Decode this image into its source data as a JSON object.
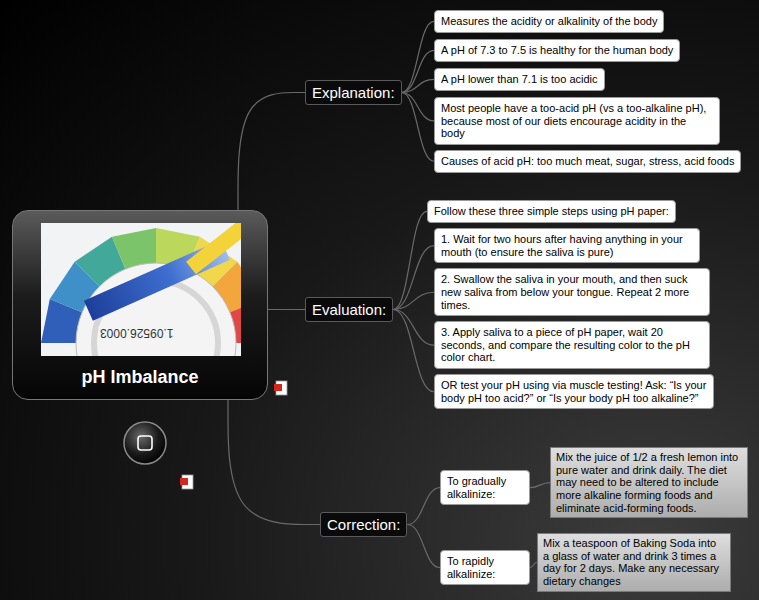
{
  "diagram": {
    "nodes": [
      {
        "text": [
          "pH Imbalance"
        ]
      },
      {
        "text": [
          "Explanation:"
        ]
      },
      {
        "text": [
          "Measures the acidity or alkalinity of the body"
        ]
      },
      {
        "text": [
          "A pH of 7.3 to 7.5 is healthy for the human body"
        ]
      },
      {
        "text": [
          "A pH lower than 7.1 is too acidic"
        ]
      },
      {
        "text": [
          "Most people have a too-acid pH (vs a too-alkaline pH), because most of our diets encourage acidity in the body"
        ]
      },
      {
        "text": [
          "Causes of acid pH: too much meat, sugar, stress, acid foods"
        ]
      },
      {
        "text": [
          "Evaluation:"
        ]
      },
      {
        "text": [
          "Follow these three simple steps using pH paper:"
        ]
      },
      {
        "text": [
          "1. Wait for two hours after having anything in your mouth (to ensure the saliva is pure)"
        ]
      },
      {
        "text": [
          "2. Swallow the saliva in your mouth, and then suck new saliva from below your tongue. Repeat 2 more times."
        ]
      },
      {
        "text": [
          "3. Apply saliva to a piece of pH paper, wait 20 seconds, and compare the resulting color to the pH color chart."
        ]
      },
      {
        "text": [
          "OR test your pH using via muscle testing! Ask: “Is your body pH too acid?” or “Is your body pH too alkaline?”"
        ]
      },
      {
        "text": [
          "Correction:"
        ]
      },
      {
        "text": [
          "To gradually alkalinize:"
        ]
      },
      {
        "text": [
          "Mix the juice of 1/2 a fresh lemon into pure water and drink daily. The diet may need to be altered to include more alkaline forming foods and eliminate acid-forming foods."
        ]
      },
      {
        "text": [
          "To rapidly alkalinize:"
        ]
      },
      {
        "text": [
          "Mix a teaspoon of Baking Soda into a glass of water and drink 3 times a day for 2 days. Make any necessary dietary changes"
        ]
      }
    ],
    "edges": [
      {
        "from": 0,
        "to": 1,
        "arrow": "none"
      },
      {
        "from": 0,
        "to": 7,
        "arrow": "none"
      },
      {
        "from": 0,
        "to": 13,
        "arrow": "none"
      },
      {
        "from": 1,
        "to": 2,
        "arrow": "none"
      },
      {
        "from": 1,
        "to": 3,
        "arrow": "none"
      },
      {
        "from": 1,
        "to": 4,
        "arrow": "none"
      },
      {
        "from": 1,
        "to": 5,
        "arrow": "none"
      },
      {
        "from": 1,
        "to": 6,
        "arrow": "none"
      },
      {
        "from": 7,
        "to": 8,
        "arrow": "none"
      },
      {
        "from": 7,
        "to": 9,
        "arrow": "none"
      },
      {
        "from": 7,
        "to": 10,
        "arrow": "none"
      },
      {
        "from": 7,
        "to": 11,
        "arrow": "none"
      },
      {
        "from": 7,
        "to": 12,
        "arrow": "none"
      },
      {
        "from": 13,
        "to": 14,
        "arrow": "none"
      },
      {
        "from": 13,
        "to": 16,
        "arrow": "none"
      },
      {
        "from": 14,
        "to": 15,
        "arrow": "none"
      },
      {
        "from": 16,
        "to": 17,
        "arrow": "none"
      }
    ],
    "labels": [
      "1.09526.0003"
    ]
  }
}
